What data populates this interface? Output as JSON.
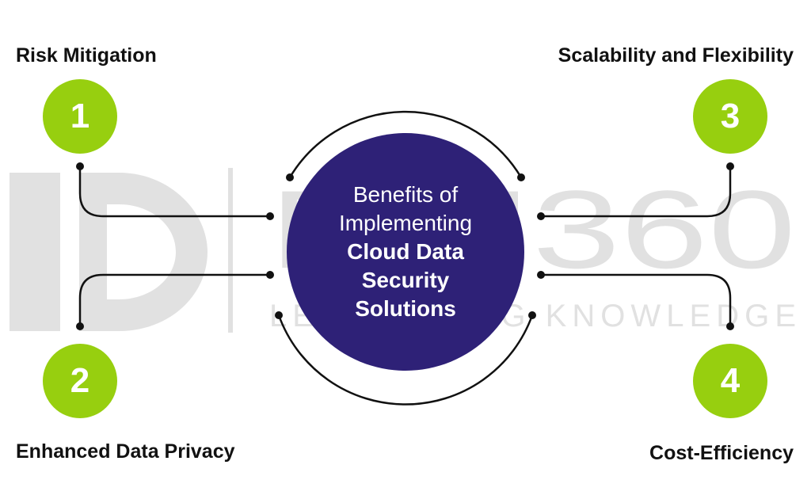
{
  "hub": {
    "line1": "Benefits of",
    "line2": "Implementing",
    "line3": "Cloud Data",
    "line4": "Security",
    "line5": "Solutions"
  },
  "benefits": [
    {
      "number": "1",
      "label": "Risk Mitigation"
    },
    {
      "number": "2",
      "label": "Enhanced Data Privacy"
    },
    {
      "number": "3",
      "label": "Scalability and Flexibility"
    },
    {
      "number": "4",
      "label": "Cost-Efficiency"
    }
  ],
  "watermark": {
    "brand": "DSI360",
    "tagline": "LEVERAGING KNOWLEDGE"
  },
  "colors": {
    "hub": "#2e2177",
    "badge": "#97cf0f",
    "connector": "#111111",
    "watermark": "#e1e1e1"
  }
}
